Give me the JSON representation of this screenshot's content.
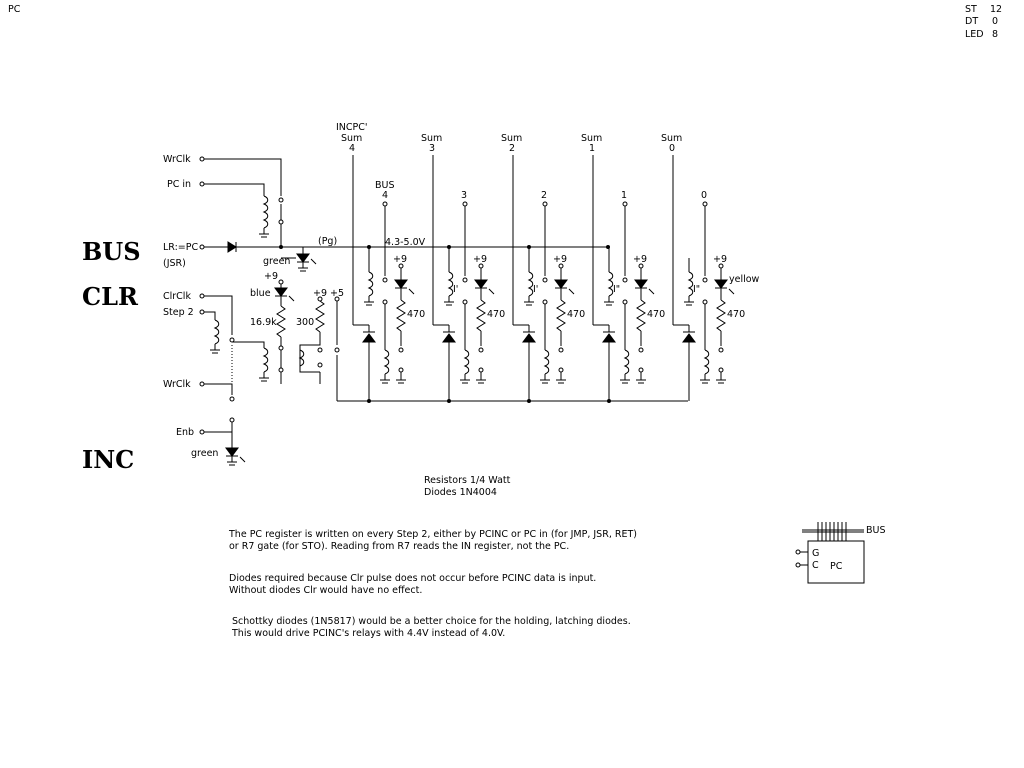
{
  "page_label": "PC",
  "stats": [
    {
      "key": "ST",
      "value": "12"
    },
    {
      "key": "DT",
      "value": "0"
    },
    {
      "key": "LED",
      "value": "8"
    }
  ],
  "section_labels": {
    "bus": "BUS",
    "clr": "CLR",
    "inc": "INC"
  },
  "inputs": {
    "wrclk_top": "WrClk",
    "pc_in": "PC in",
    "lr_pc": "LR:=PC",
    "jsr": "(JSR)",
    "clrclk": "ClrClk",
    "step2": "Step 2",
    "wrclk_bottom": "WrClk",
    "enb": "Enb"
  },
  "bus_labels": {
    "pg": "(Pg)",
    "voltage": "4.3-5.0V",
    "bus": "BUS",
    "bus4": "4"
  },
  "led_labels": {
    "green1": "green",
    "blue": "blue",
    "green2": "green",
    "yellow": "yellow"
  },
  "supply_labels": {
    "v9": "+9",
    "v5": "+5"
  },
  "resistor_labels": {
    "r16k": "16.9k",
    "r300": "300",
    "r470": "470"
  },
  "sum_headers": [
    {
      "line1": "INCPC'",
      "line2": "Sum",
      "bit": "4"
    },
    {
      "line1": "",
      "line2": "Sum",
      "bit": "3"
    },
    {
      "line1": "",
      "line2": "Sum",
      "bit": "2"
    },
    {
      "line1": "",
      "line2": "Sum",
      "bit": "1"
    },
    {
      "line1": "",
      "line2": "Sum",
      "bit": "0"
    }
  ],
  "bus_bits": [
    "3",
    "2",
    "1",
    "0"
  ],
  "contact_labels": [
    "I'",
    "I'",
    "I\"",
    "I\""
  ],
  "component_notes": [
    "Resistors 1/4 Watt",
    "Diodes 1N4004"
  ],
  "notes": [
    "The PC register is written on every Step 2, either by PCINC or PC in (for JMP, JSR, RET)",
    "or R7 gate (for STO). Reading from R7 reads the IN register, not the PC.",
    "Diodes required because Clr pulse does not occur before PCINC data is input.",
    "Without diodes Clr would have no effect.",
    "Schottky diodes (1N5817) would be a better choice for the holding, latching diodes.",
    "This would drive PCINC's relays with 4.4V instead of 4.0V."
  ],
  "block": {
    "title": "PC",
    "pin_g": "G",
    "pin_c": "C",
    "bus": "BUS"
  }
}
